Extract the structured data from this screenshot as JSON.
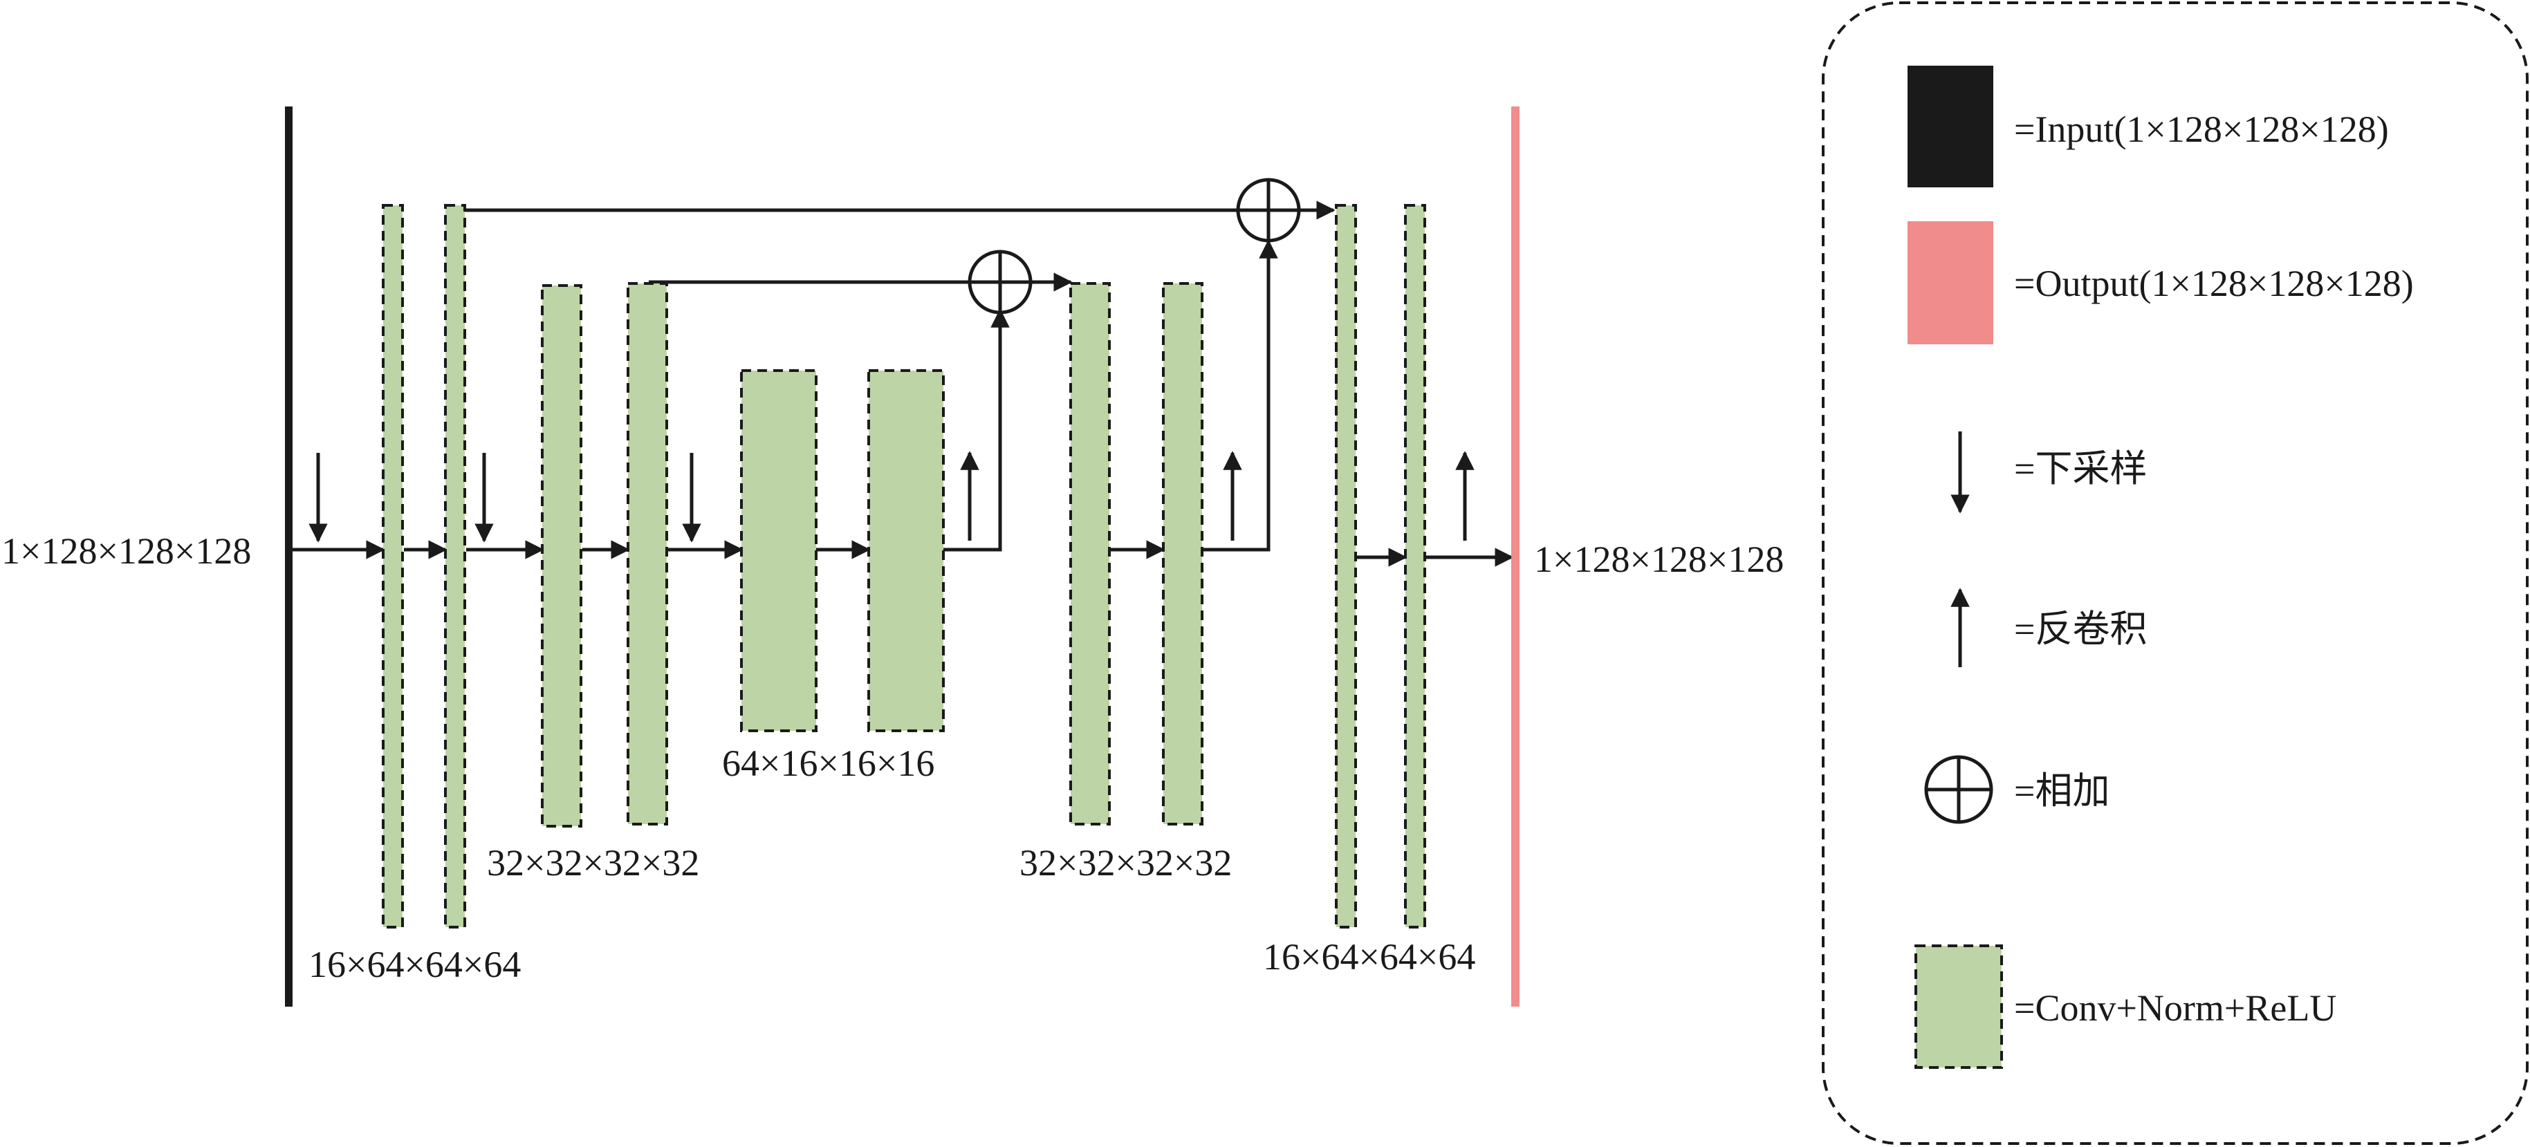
{
  "colors": {
    "input": "#1a1a1a",
    "output": "#f08c8c",
    "conv": "#bcd4a6",
    "line": "#1a1a1a"
  },
  "labels": {
    "input_size": "1×128×128×128",
    "output_size": "1×128×128×128",
    "enc1_size": "16×64×64×64",
    "enc2_size": "32×32×32×32",
    "bottleneck_size": "64×16×16×16",
    "dec2_size": "32×32×32×32",
    "dec1_size": "16×64×64×64"
  },
  "legend": {
    "input": "=Input(1×128×128×128)",
    "output": "=Output(1×128×128×128)",
    "downsample": "=下采样",
    "deconv": "=反卷积",
    "add": "=相加",
    "conv": "=Conv+Norm+ReLU"
  }
}
